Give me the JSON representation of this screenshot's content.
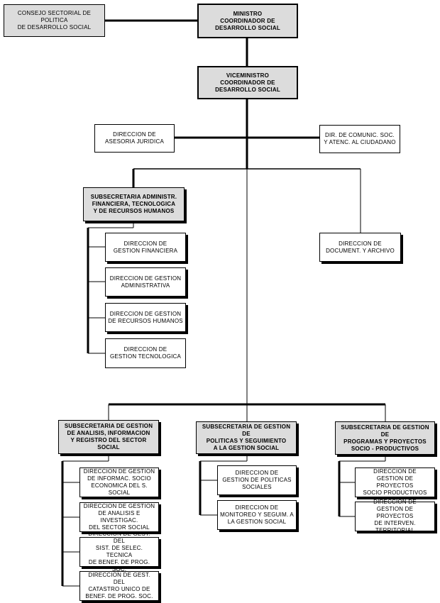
{
  "nodes": {
    "consejo": "CONSEJO SECTORIAL DE POLITICA\nDE DESARROLLO SOCIAL",
    "ministro": "MINISTRO\nCOORDINADOR DE\nDESARROLLO SOCIAL",
    "viceministro": "VICEMINISTRO\nCOORDINADOR DE\nDESARROLLO SOCIAL",
    "asesoria": "DIRECCION DE\nASESORIA JURIDICA",
    "comunicacion": "DIR. DE COMUNIC. SOC.\nY ATENC. AL CIUDADANO",
    "sub_admin": "SUBSECRETARIA ADMINISTR.\nFINANCIERA, TECNOLOGICA\nY DE RECURSOS HUMANOS",
    "documentacion": "DIRECCION DE\nDOCUMENT. Y ARCHIVO",
    "dir_financiera": "DIRECCION DE\nGESTION FINANCIERA",
    "dir_administrativa": "DIRECCION DE GESTION\nADMINISTRATIVA",
    "dir_rrhh": "DIRECCION DE GESTION\nDE RECURSOS HUMANOS",
    "dir_tecnologica": "DIRECCION DE\nGESTION TECNOLOGICA",
    "sub_analisis": "SUBSECRETARIA DE GESTION\nDE ANALISIS, INFORMACION\nY REGISTRO DEL SECTOR SOCIAL",
    "sub_politicas": "SUBSECRETARIA DE GESTION DE\nPOLITICAS Y SEGUIMIENTO\nA LA GESTION SOCIAL",
    "sub_programas": "SUBSECRETARIA DE GESTION DE\nPROGRAMAS Y PROYECTOS\nSOCIO - PRODUCTIVOS",
    "dir_informacion": "DIRECCION DE GESTION\nDE INFORMAC. SOCIO\nECONOMICA DEL S. SOCIAL",
    "dir_analisis": "DIRECCION DE GESTION\nDE ANALISIS E INVESTIGAC.\nDEL SECTOR SOCIAL",
    "dir_seleccion": "DIRECCION DE GEST. DEL\nSIST. DE SELEC. TECNICA\nDE BENEF. DE PROG. SOC.",
    "dir_catastro": "DIRECCION DE GEST. DEL\nCATASTRO UNICO DE\nBENEF. DE PROG. SOC.",
    "dir_politicas": "DIRECCION DE\nGESTION DE POLITICAS\nSOCIALES",
    "dir_monitoreo": "DIRECCION DE\nMONITOREO Y SEGUIM. A\nLA GESTION SOCIAL",
    "dir_productivos": "DIRECCION DE\nGESTION DE PROYECTOS\nSOCIO PRODUCTIVOS",
    "dir_territorial": "DIRECCION DE\nGESTION DE PROYECTOS\nDE INTERVEN. TERRITORIAL"
  }
}
